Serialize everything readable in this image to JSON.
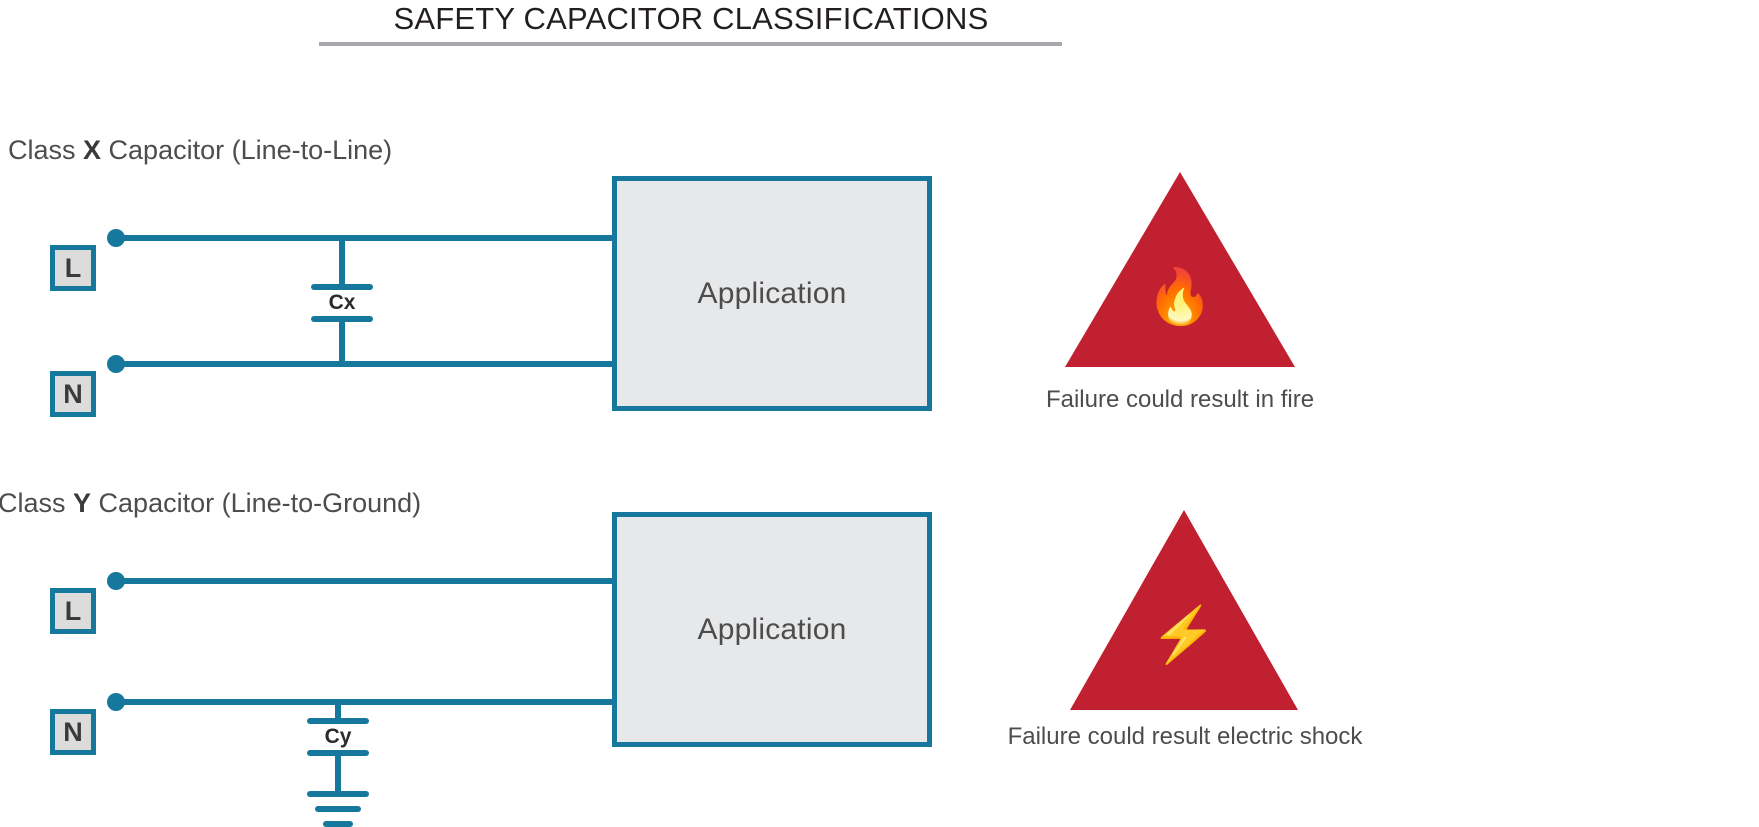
{
  "page_title": "SAFETY CAPACITOR CLASSIFICATIONS",
  "colors": {
    "wire": "#17789e",
    "app_fill": "#e7e8ea",
    "terminal_fill": "#dcdcdc",
    "warning_red": "#c02030",
    "title_rule": "#a6a8ab",
    "text": "#4d4d4d"
  },
  "sections": [
    {
      "id": "class-x",
      "heading_prefix": "Class ",
      "heading_letter": "X",
      "heading_suffix": " Capacitor (Line-to-Line)",
      "terminals": [
        {
          "label": "L"
        },
        {
          "label": "N"
        }
      ],
      "capacitor": {
        "label": "Cx"
      },
      "application": {
        "label": "Application"
      },
      "warning": {
        "icon": "fire-icon",
        "glyph": "🔥",
        "caption": "Failure could result in fire"
      }
    },
    {
      "id": "class-y",
      "heading_prefix": "Class ",
      "heading_letter": "Y",
      "heading_suffix": " Capacitor (Line-to-Ground)",
      "terminals": [
        {
          "label": "L"
        },
        {
          "label": "N"
        }
      ],
      "capacitor": {
        "label": "Cy"
      },
      "ground": {
        "icon": "ground-icon"
      },
      "application": {
        "label": "Application"
      },
      "warning": {
        "icon": "high-voltage-icon",
        "glyph": "⚡",
        "caption": "Failure could result electric shock"
      }
    }
  ]
}
